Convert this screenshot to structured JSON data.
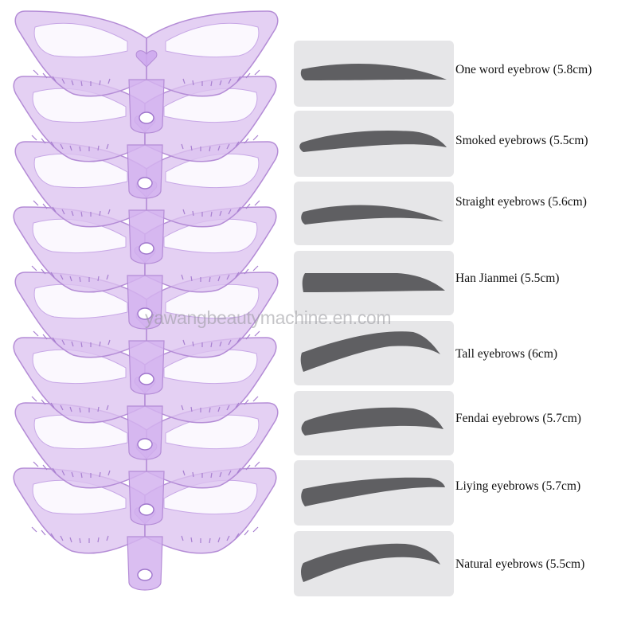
{
  "colors": {
    "stencil_fill": "#d9bfee",
    "stencil_edge": "#b58fd8",
    "panel_bg": "#e6e6e8",
    "brow": "#5f5f62"
  },
  "stencil_count": 8,
  "watermark": "yawangbeautymachine.en.com",
  "shapes": [
    {
      "label": "One word eyebrow (5.8cm)"
    },
    {
      "label": "Smoked eyebrows (5.5cm)"
    },
    {
      "label": "Straight eyebrows (5.6cm)"
    },
    {
      "label": "Han Jianmei (5.5cm)"
    },
    {
      "label": "Tall eyebrows (6cm)"
    },
    {
      "label": "Fendai eyebrows (5.7cm)"
    },
    {
      "label": "Liying eyebrows (5.7cm)"
    },
    {
      "label": "Natural eyebrows (5.5cm)"
    }
  ]
}
